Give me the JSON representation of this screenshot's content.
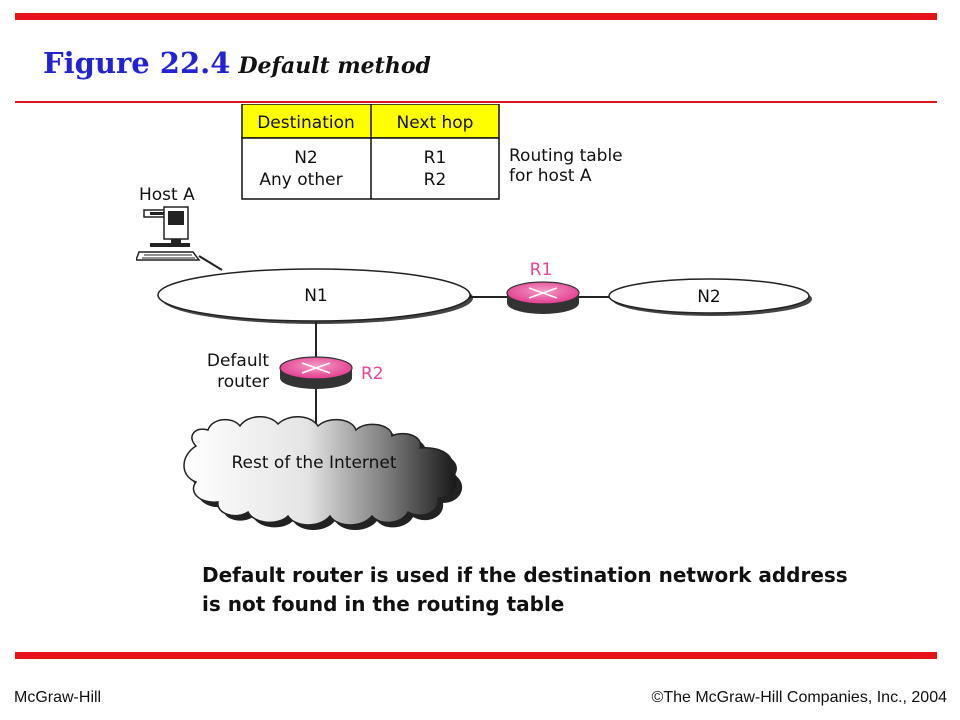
{
  "slide": {
    "figure_number": "Figure 22.4",
    "figure_name": "Default method",
    "caption_line1": "Default router is used if the destination network address",
    "caption_line2": "is not found in the routing table",
    "footer_left": "McGraw-Hill",
    "footer_right": "©The McGraw-Hill Companies, Inc., 2004"
  },
  "routing_table": {
    "headers": [
      "Destination",
      "Next hop"
    ],
    "rows": [
      [
        "N2",
        "R1"
      ],
      [
        "Any other",
        "R2"
      ]
    ],
    "label_line1": "Routing table",
    "label_line2": "for host A"
  },
  "diagram": {
    "host_label": "Host A",
    "network_n1": "N1",
    "network_n2": "N2",
    "router_r1": "R1",
    "router_r2": "R2",
    "default_line1": "Default",
    "default_line2": "router",
    "internet_label": "Rest of the Internet"
  },
  "colors": {
    "rule": "#e8121b",
    "title": "#2323d6",
    "table_header": "#ffff00",
    "router": "#e8449a",
    "router_label": "#e8449a"
  }
}
